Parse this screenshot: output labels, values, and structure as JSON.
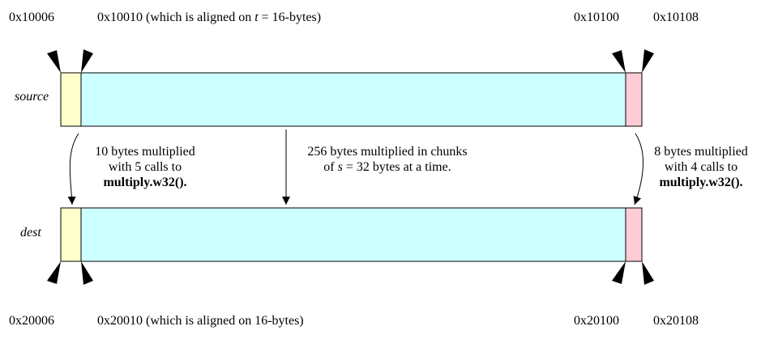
{
  "colors": {
    "head": "#ffffcc",
    "middle": "#ccffff",
    "tail": "#ffccd5",
    "stroke": "#000000"
  },
  "source": {
    "label": "source",
    "addr_start": "0x10006",
    "addr_aligned_prefix": "0x10010 (which is aligned on ",
    "addr_aligned_var": "t",
    "addr_aligned_suffix": " = 16-bytes)",
    "addr_tail": "0x10100",
    "addr_end": "0x10108"
  },
  "dest": {
    "label": "dest",
    "addr_start": "0x20006",
    "addr_aligned": "0x20010 (which is aligned on 16-bytes)",
    "addr_tail": "0x20100",
    "addr_end": "0x20108"
  },
  "notes": {
    "left": {
      "line1": "10 bytes multiplied",
      "line2": "with 5 calls to",
      "line3": "multiply.w32()."
    },
    "middle": {
      "line1": "256 bytes multiplied in chunks",
      "line2_prefix": "of ",
      "line2_var": "s",
      "line2_suffix": " = 32 bytes at a time."
    },
    "right": {
      "line1": "8 bytes multiplied",
      "line2": "with 4 calls to",
      "line3": "multiply.w32()."
    }
  }
}
